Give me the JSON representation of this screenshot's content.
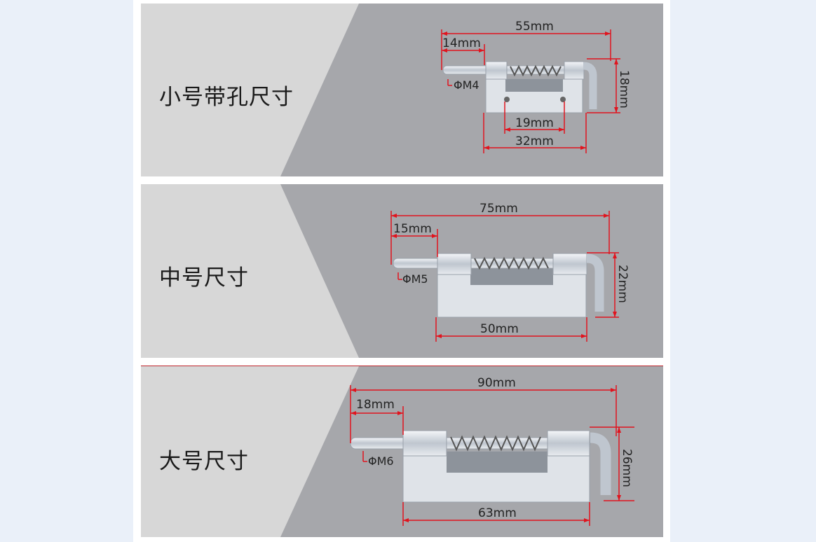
{
  "colors": {
    "page_bg": "#eaf0f9",
    "panel_light": "#d7d7d7",
    "panel_dark": "#a6a7ab",
    "dimension_line": "#e0141e",
    "steel": "#c9ced6"
  },
  "panels": [
    {
      "label": "小号带孔尺寸",
      "overall_length": "55mm",
      "pin_length": "14mm",
      "pin_diameter": "ΦM4",
      "height": "18mm",
      "hole_spacing": "19mm",
      "base_length": "32mm"
    },
    {
      "label": "中号尺寸",
      "overall_length": "75mm",
      "pin_length": "15mm",
      "pin_diameter": "ΦM5",
      "height": "22mm",
      "base_length": "50mm"
    },
    {
      "label": "大号尺寸",
      "overall_length": "90mm",
      "pin_length": "18mm",
      "pin_diameter": "ΦM6",
      "height": "26mm",
      "base_length": "63mm"
    }
  ]
}
